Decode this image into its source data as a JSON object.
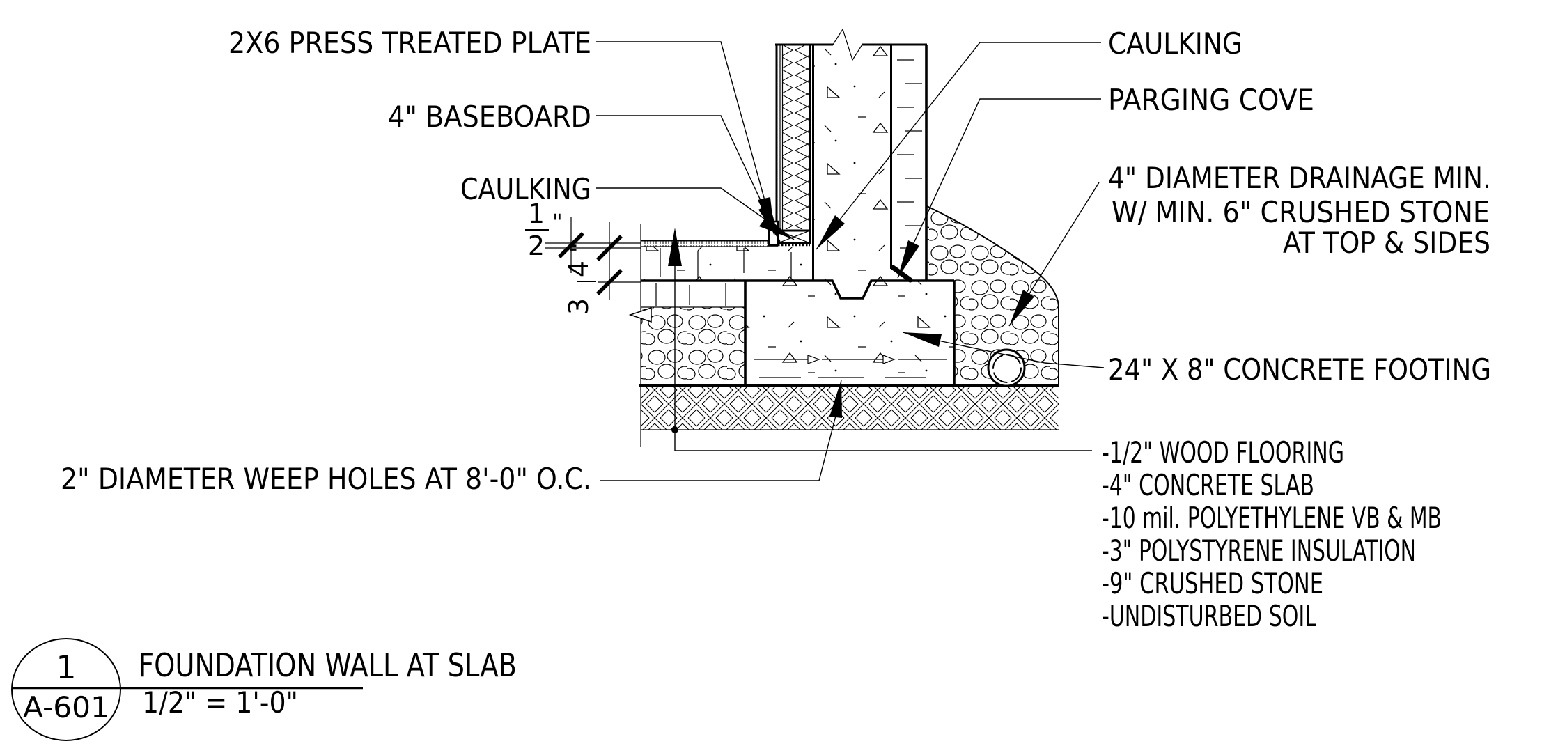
{
  "callouts": {
    "left": {
      "plate": {
        "label": "2X6 PRESS TREATED PLATE"
      },
      "baseboard": {
        "label": "4\" BASEBOARD"
      },
      "caulking": {
        "label": "CAULKING"
      },
      "weep": {
        "label": "2\" DIAMETER WEEP HOLES AT 8'-0\" O.C."
      }
    },
    "right": {
      "caulking": {
        "label": "CAULKING"
      },
      "parging_cove": {
        "label": "PARGING COVE"
      },
      "drainage_1": {
        "label": "4\" DIAMETER DRAINAGE MIN."
      },
      "drainage_2": {
        "label": "W/ MIN. 6\" CRUSHED STONE"
      },
      "drainage_3": {
        "label": "AT TOP & SIDES"
      },
      "footing": {
        "label": "24\" X 8\" CONCRETE FOOTING"
      }
    },
    "floor_assembly": [
      {
        "label": "-1/2\" WOOD FLOORING"
      },
      {
        "label": "-4\" CONCRETE SLAB"
      },
      {
        "label": "-10 mil. POLYETHYLENE VB & MB"
      },
      {
        "label": "-3\" POLYSTYRENE INSULATION"
      },
      {
        "label": "-9\" CRUSHED STONE"
      },
      {
        "label": "-UNDISTURBED SOIL"
      }
    ]
  },
  "dimensions": {
    "dim_flooring": {
      "num": "1",
      "den": "2",
      "unit": "\""
    },
    "dim_lower": {
      "num": "3",
      "den": "4",
      "unit": "\""
    }
  },
  "titleblock": {
    "detail_number": "1",
    "sheet_number": "A-601",
    "title": "FOUNDATION WALL AT SLAB",
    "scale": "1/2\" = 1'-0\""
  },
  "colors": {
    "line": "#000000",
    "background": "#ffffff"
  }
}
